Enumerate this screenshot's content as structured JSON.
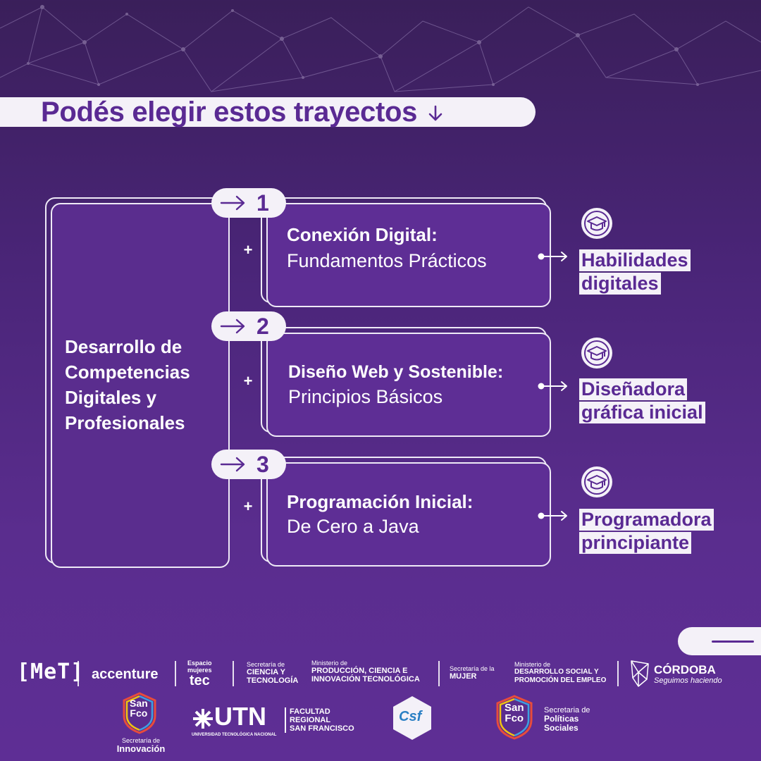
{
  "title": "Podés elegir estos trayectos",
  "main_program": {
    "line1": "Desarrollo de",
    "line2": "Competencias",
    "line3": "Digitales y",
    "line4": "Profesionales"
  },
  "plus_sign": "+",
  "steps": [
    {
      "number": "1",
      "title": "Conexión Digital:",
      "subtitle": "Fundamentos Prácticos",
      "outcome_line1": "Habilidades",
      "outcome_line2": "digitales"
    },
    {
      "number": "2",
      "title": "Diseño Web y Sostenible:",
      "subtitle": "Principios Básicos",
      "outcome_line1": "Diseñadora",
      "outcome_line2": "gráfica inicial"
    },
    {
      "number": "3",
      "title": "Programación Inicial:",
      "subtitle": "De Cero a Java",
      "outcome_line1": "Programadora",
      "outcome_line2": "principiante"
    }
  ],
  "logos": {
    "met": "[MeT]",
    "accenture": "accenture",
    "espacio_line1": "Espacio",
    "espacio_line2": "mujeres",
    "espacio_line3": "tec",
    "sec_ciencia_line1": "Secretaría de",
    "sec_ciencia_line2": "CIENCIA Y",
    "sec_ciencia_line3": "TECNOLOGÍA",
    "min_prod_line1": "Ministerio de",
    "min_prod_line2": "PRODUCCIÓN, CIENCIA E",
    "min_prod_line3": "INNOVACIÓN TECNOLÓGICA",
    "sec_mujer_line1": "Secretaría de la",
    "sec_mujer_line2": "MUJER",
    "min_des_line1": "Ministerio de",
    "min_des_line2": "DESARROLLO SOCIAL Y",
    "min_des_line3": "PROMOCIÓN DEL EMPLEO",
    "cordoba_line1": "CÓRDOBA",
    "cordoba_line2": "Seguimos haciendo",
    "sanfco_line1": "San",
    "sanfco_line2": "Fco",
    "innov_line1": "Secretaría de",
    "innov_line2": "Innovación",
    "utn": "UTN",
    "utn_sub": "UNIVERSIDAD TECNOLÓGICA NACIONAL",
    "frsf_line1": "FACULTAD",
    "frsf_line2": "REGIONAL",
    "frsf_line3": "SAN FRANCISCO",
    "csf": "Csf",
    "pol_line1": "Secretaria de",
    "pol_line2": "Políticas",
    "pol_line3": "Sociales"
  }
}
